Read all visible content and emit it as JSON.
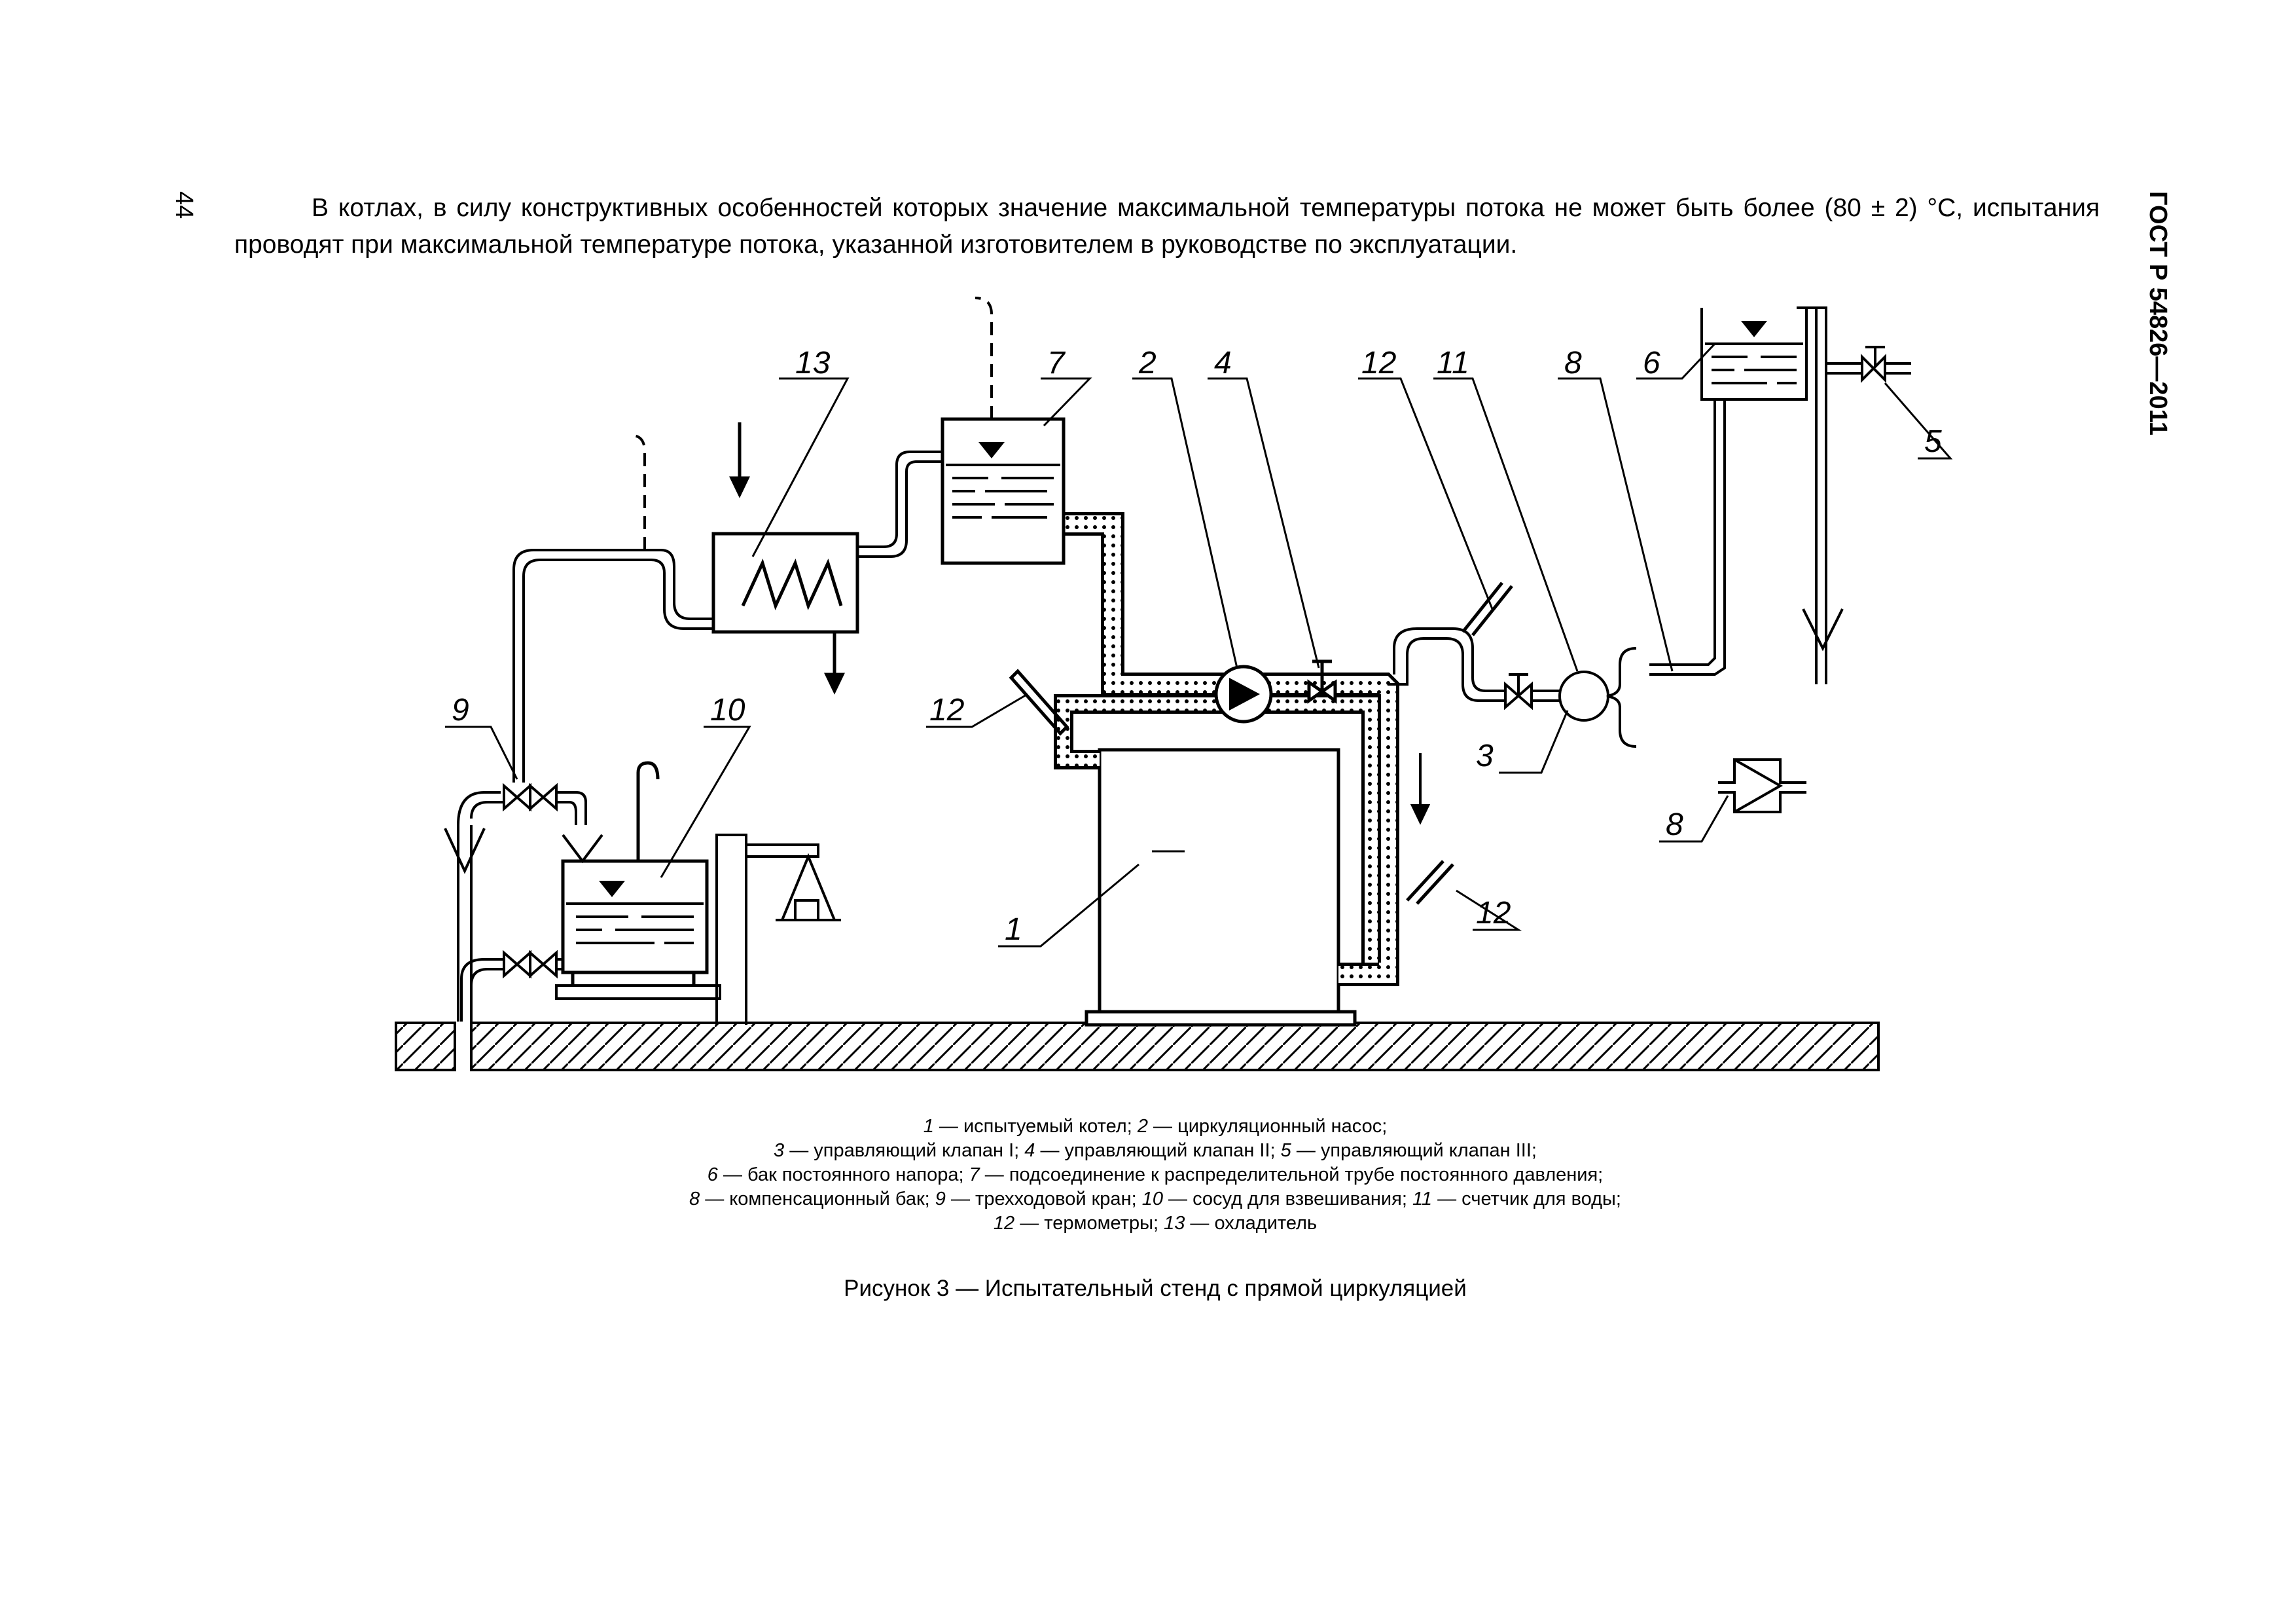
{
  "header": {
    "page_number": "44",
    "standard": "ГОСТ Р 54826—2011"
  },
  "intro_text": "В котлах, в силу конструктивных особенностей которых значение максимальной температуры потока не может быть более (80 ± 2) °C, испытания проводят при максимальной температуре потока, указанной изготовителем в руководстве по эксплуатации.",
  "figure": {
    "callouts": {
      "c1": "1",
      "c2": "2",
      "c3": "3",
      "c4": "4",
      "c5": "5",
      "c6": "6",
      "c7": "7",
      "c8a": "8",
      "c8b": "8",
      "c9": "9",
      "c10": "10",
      "c11": "11",
      "c12a": "12",
      "c12b": "12",
      "c12c": "12",
      "c13": "13"
    },
    "legend": [
      {
        "num": "1",
        "text": " — испытуемый котел; "
      },
      {
        "num": "2",
        "text": " — циркуляционный насос;"
      },
      {
        "num": "3",
        "text": " — управляющий клапан I; "
      },
      {
        "num": "4",
        "text": " — управляющий клапан II; "
      },
      {
        "num": "5",
        "text": " — управляющий клапан III;"
      },
      {
        "num": "6",
        "text": " — бак постоянного напора; "
      },
      {
        "num": "7",
        "text": " — подсоединение к распределительной трубе постоянного давления;"
      },
      {
        "num": "8",
        "text": " — компенсационный бак; "
      },
      {
        "num": "9",
        "text": " — трехходовой кран; "
      },
      {
        "num": "10",
        "text": " — сосуд для взвешивания; "
      },
      {
        "num": "11",
        "text": " — счетчик для воды;"
      },
      {
        "num": "12",
        "text": " — термометры; "
      },
      {
        "num": "13",
        "text": " — охладитель"
      }
    ],
    "caption": "Рисунок 3 — Испытательный стенд с прямой циркуляцией"
  }
}
